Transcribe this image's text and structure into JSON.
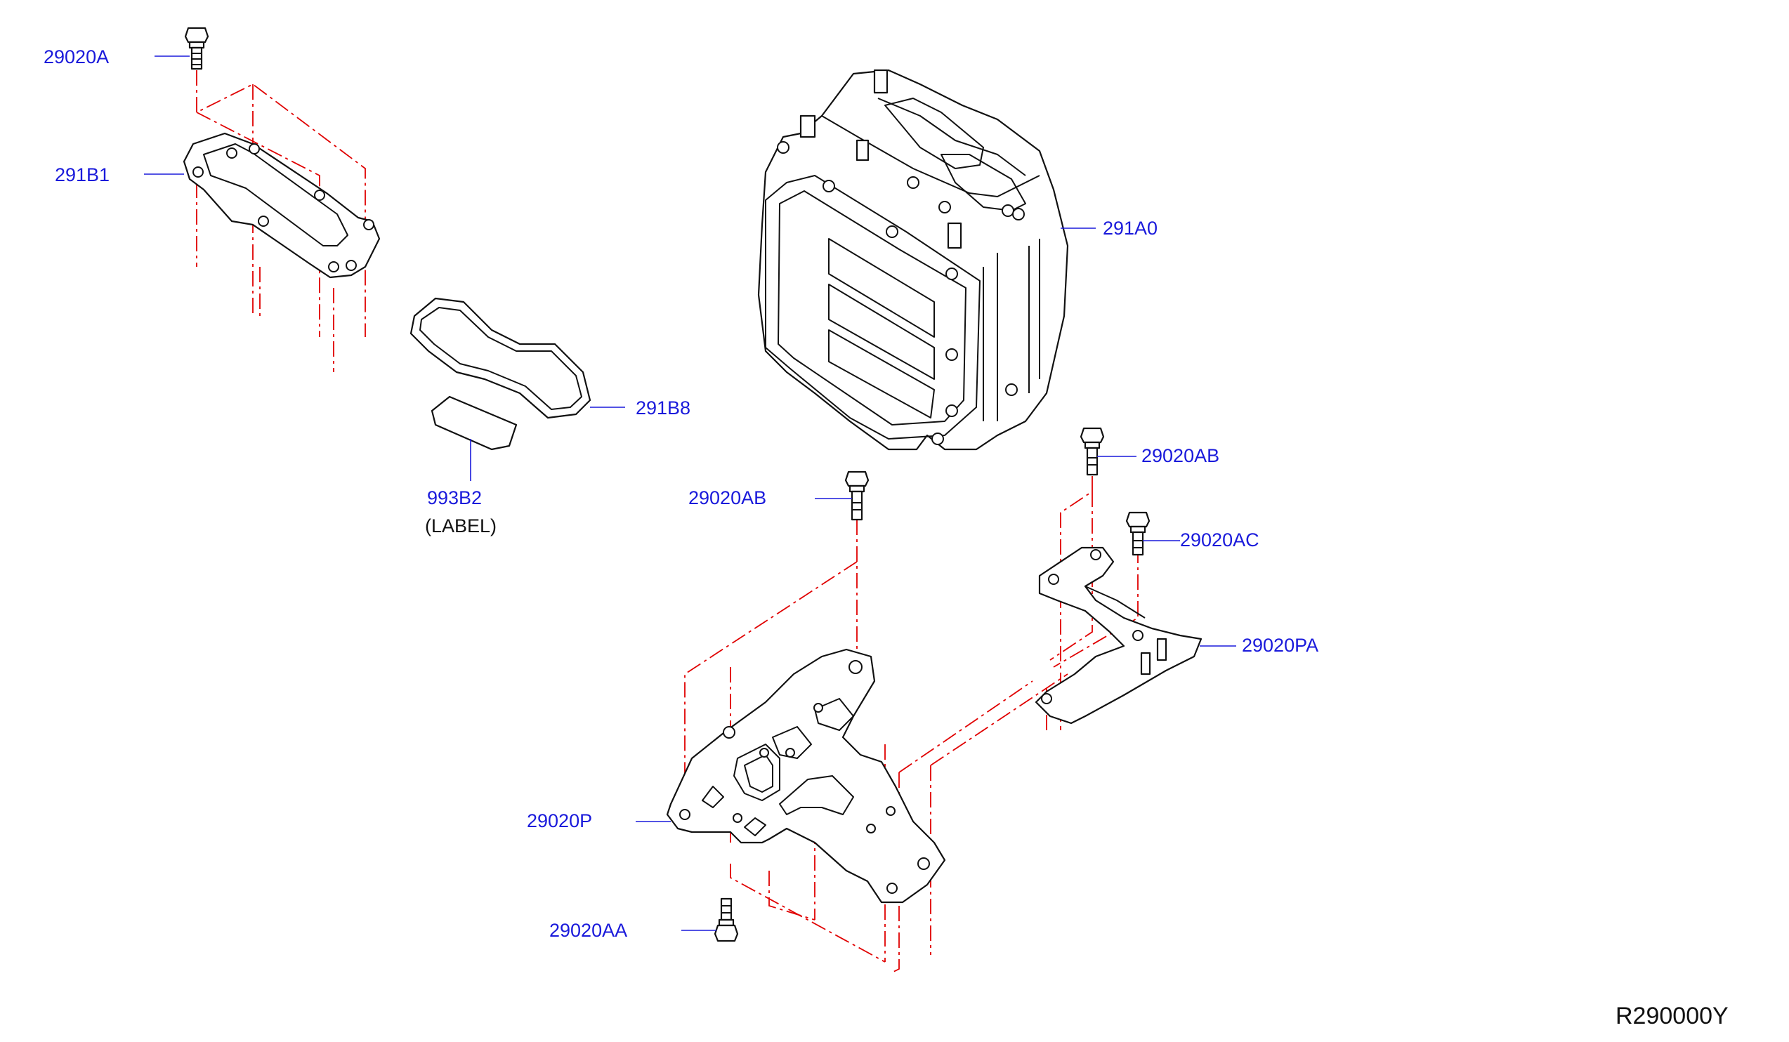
{
  "diagram": {
    "reference_code": "R290000Y",
    "colors": {
      "callout": "#1a1adb",
      "centerline": "#e00000",
      "part": "#111111"
    },
    "callouts": [
      {
        "id": "p29020A",
        "label": "29020A"
      },
      {
        "id": "p291B1",
        "label": "291B1"
      },
      {
        "id": "p291A0",
        "label": "291A0"
      },
      {
        "id": "p291B8",
        "label": "291B8"
      },
      {
        "id": "p993B2",
        "label": "993B2",
        "note": "(LABEL)"
      },
      {
        "id": "p29020AB_left",
        "label": "29020AB"
      },
      {
        "id": "p29020AB_right",
        "label": "29020AB"
      },
      {
        "id": "p29020AC",
        "label": "29020AC"
      },
      {
        "id": "p29020PA",
        "label": "29020PA"
      },
      {
        "id": "p29020P",
        "label": "29020P"
      },
      {
        "id": "p29020AA",
        "label": "29020AA"
      }
    ]
  }
}
